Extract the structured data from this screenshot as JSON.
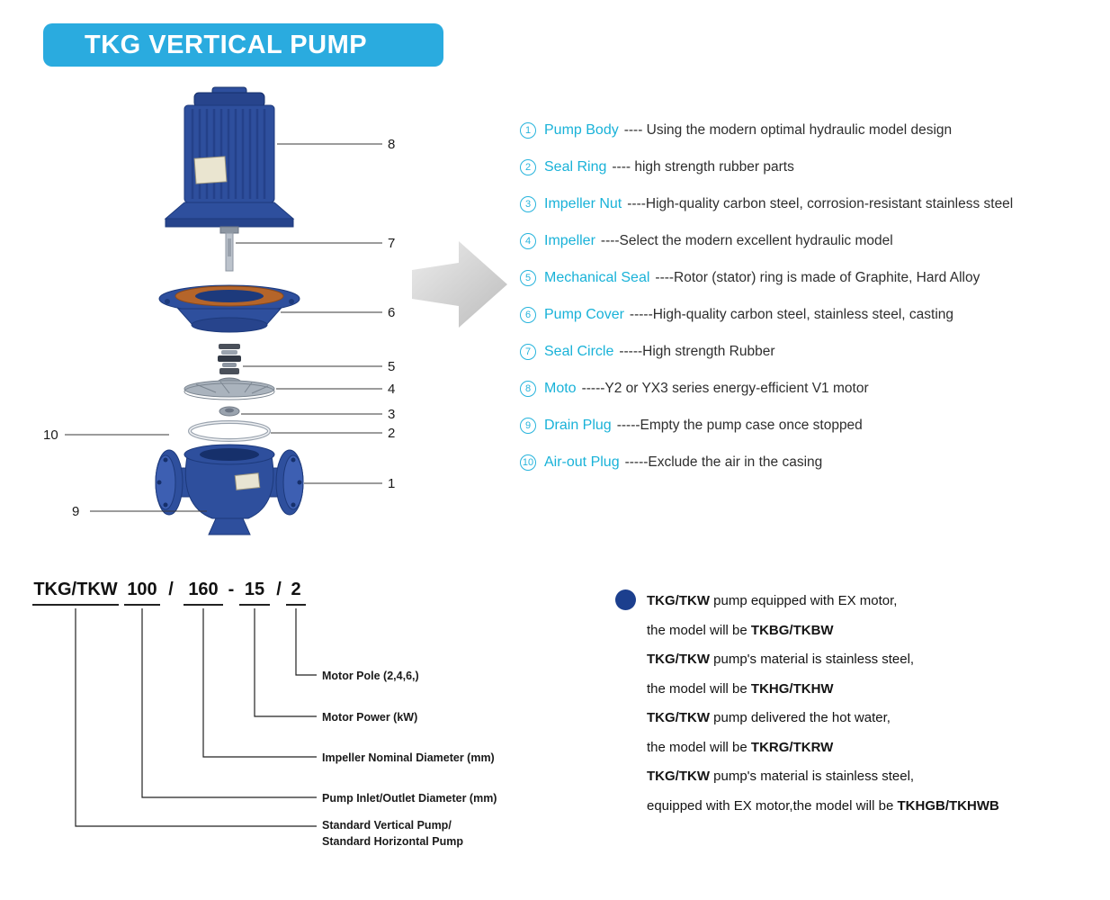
{
  "header": {
    "title": "TKG VERTICAL PUMP"
  },
  "colors": {
    "banner": "#2aabdf",
    "part_name_accent": "#19b2d8",
    "pump_blue": "#2e4f9d",
    "bullet_navy": "#1c3f8e",
    "arrow_gray": "#cfcfcf"
  },
  "diagram": {
    "callouts": [
      "8",
      "7",
      "6",
      "5",
      "4",
      "3",
      "2",
      "1",
      "10",
      "9"
    ]
  },
  "parts": [
    {
      "num": "1",
      "name": "Pump Body",
      "desc": "---- Using the modern optimal hydraulic model design"
    },
    {
      "num": "2",
      "name": "Seal Ring",
      "desc": "---- high strength rubber parts"
    },
    {
      "num": "3",
      "name": "Impeller Nut",
      "desc": "----High-quality carbon steel, corrosion-resistant stainless steel"
    },
    {
      "num": "4",
      "name": "Impeller",
      "desc": "----Select the modern excellent hydraulic model"
    },
    {
      "num": "5",
      "name": "Mechanical Seal",
      "desc": "----Rotor (stator) ring is made of Graphite, Hard Alloy"
    },
    {
      "num": "6",
      "name": "Pump Cover",
      "desc": "-----High-quality carbon steel, stainless steel, casting"
    },
    {
      "num": "7",
      "name": "Seal Circle",
      "desc": "-----High strength Rubber"
    },
    {
      "num": "8",
      "name": "Moto",
      "desc": "-----Y2 or YX3 series energy-efficient V1 motor"
    },
    {
      "num": "9",
      "name": "Drain Plug",
      "desc": "-----Empty the pump case once stopped"
    },
    {
      "num": "10",
      "name": "Air-out Plug",
      "desc": "-----Exclude the air in the casing"
    }
  ],
  "model_code": {
    "tokens": [
      {
        "text": "TKG/TKW",
        "underline": true
      },
      {
        "text": "100",
        "underline": true
      },
      {
        "text": "/",
        "underline": false
      },
      {
        "text": "160",
        "underline": true
      },
      {
        "text": "-",
        "underline": false
      },
      {
        "text": "15",
        "underline": true
      },
      {
        "text": "/",
        "underline": false
      },
      {
        "text": "2",
        "underline": true
      }
    ],
    "labels": [
      "Motor Pole (2,4,6,)",
      "Motor Power (kW)",
      "Impeller Nominal Diameter (mm)",
      "Pump Inlet/Outlet Diameter (mm)",
      "Standard Vertical Pump/",
      "Standard Horizontal Pump"
    ]
  },
  "notes": [
    {
      "brand": "TKG/TKW",
      "line1": " pump equipped with EX motor,",
      "line2": "the model will be ",
      "model": "TKBG/TKBW"
    },
    {
      "brand": "TKG/TKW",
      "line1": " pump's material is stainless steel,",
      "line2": "the model will be ",
      "model": "TKHG/TKHW"
    },
    {
      "brand": "TKG/TKW",
      "line1": " pump delivered the hot water,",
      "line2": "the model will be ",
      "model": "TKRG/TKRW"
    },
    {
      "brand": "TKG/TKW",
      "line1": " pump's material is stainless steel,",
      "line2": "equipped with EX motor,the model will be ",
      "model": "TKHGB/TKHWB"
    }
  ]
}
